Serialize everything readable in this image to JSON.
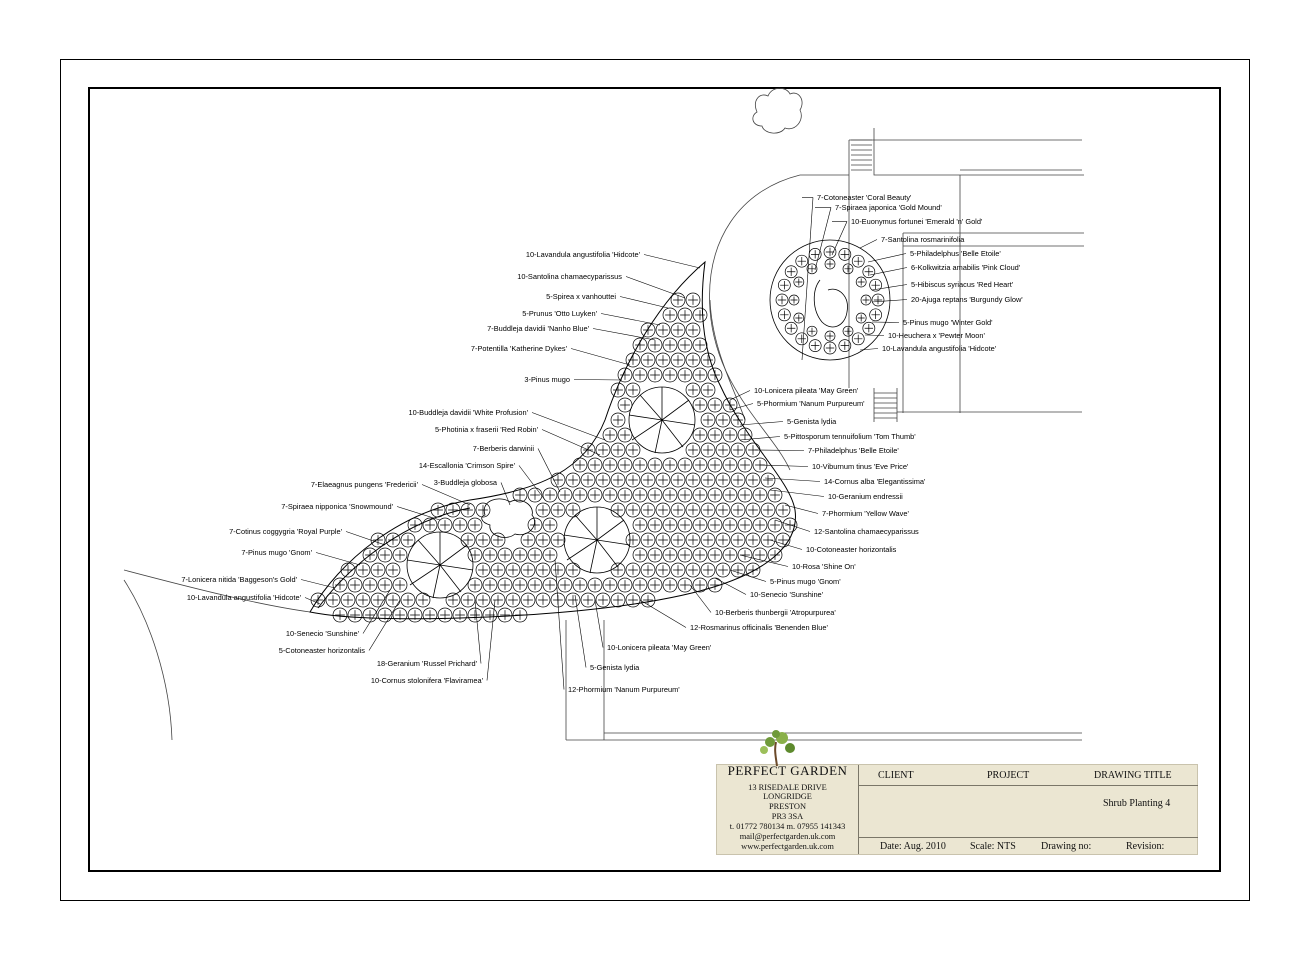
{
  "labels_left": [
    "10-Lavandula angustifolia 'Hidcote'",
    "10-Santolina chamaecyparissus",
    "5-Spirea x vanhouttei",
    "5-Prunus 'Otto Luyken'",
    "7-Buddleja davidii 'Nanho Blue'",
    "7-Potentilla 'Katherine Dykes'",
    "3-Pinus mugo",
    "10-Buddleja davidii 'White Profusion'",
    "5-Photinia x fraserii 'Red Robin'",
    "7-Berberis darwinii",
    "14-Escallonia 'Crimson Spire'",
    "3-Buddleja globosa",
    "7-Elaeagnus pungens 'Fredericii'",
    "7-Spiraea nipponica 'Snowmound'",
    "7-Cotinus coggygria 'Royal Purple'",
    "7-Pinus mugo 'Gnom'",
    "7-Lonicera nitida 'Baggeson's Gold'",
    "10-Lavandula angustifolia 'Hidcote'"
  ],
  "labels_bottom": [
    "10-Senecio 'Sunshine'",
    "5-Cotoneaster horizontalis",
    "18-Geranium 'Russel Prichard'",
    "10-Cornus stolonifera 'Flaviramea'",
    "12-Phormium 'Nanum Purpureum'",
    "5-Genista lydia",
    "10-Lonicera pileata 'May Green'",
    "12-Rosmarinus officinalis 'Benenden Blue'",
    "10-Berberis thunbergii 'Atropurpurea'"
  ],
  "labels_right": [
    "10-Senecio 'Sunshine'",
    "5-Pinus mugo 'Gnom'",
    "10-Rosa 'Shine On'",
    "10-Cotoneaster horizontalis",
    "12-Santolina chamaecyparissus",
    "7-Phormium  'Yellow Wave'",
    "10-Geranium endressii",
    "14-Cornus alba 'Elegantissima'",
    "10-Viburnum tinus 'Eve Price'",
    "7-Philadelphus 'Belle Etoile'",
    "5-Pittosporum tennuifolium  'Tom Thumb'",
    "5-Genista lydia",
    "5-Phormium  'Nanum Purpureum'",
    "10-Lonicera pileata 'May Green'"
  ],
  "labels_circle": [
    "7-Cotoneaster 'Coral Beauty'",
    "7-Spiraea japonica 'Gold Mound'",
    "10-Euonymus fortunei 'Emerald 'n' Gold'",
    "7-Santolina rosmarinifolia",
    "5-Philadelphus 'Belle Etoile'",
    "6-Kolkwitzia amabilis 'Pink Cloud'",
    "5-Hibiscus syriacus 'Red Heart'",
    "20-Ajuga reptans 'Burgundy Glow'",
    "5-Pinus mugo 'Winter Gold'",
    "10-Heuchera x 'Pewter Moon'",
    "10-Lavandula angustifolia 'Hidcote'"
  ],
  "company": {
    "name": "PERFECT GARDEN",
    "address": [
      "13 RISEDALE DRIVE",
      "LONGRIDGE",
      "PRESTON",
      "PR3 3SA"
    ],
    "phone": "t. 01772 780134  m. 07955 141343",
    "email": "mail@perfectgarden.uk.com",
    "web": "www.perfectgarden.uk.com"
  },
  "titleblock": {
    "client": "CLIENT",
    "project": "PROJECT",
    "drawing_title": "DRAWING TITLE",
    "title_value": "Shrub Planting 4",
    "date": "Date:  Aug. 2010",
    "scale": "Scale: NTS",
    "drawing_no": "Drawing no:",
    "revision": "Revision:"
  },
  "colors": {
    "ink": "#000000",
    "titleblock_bg": "#ebe6d2",
    "logo_green": "#6f9a3a"
  }
}
